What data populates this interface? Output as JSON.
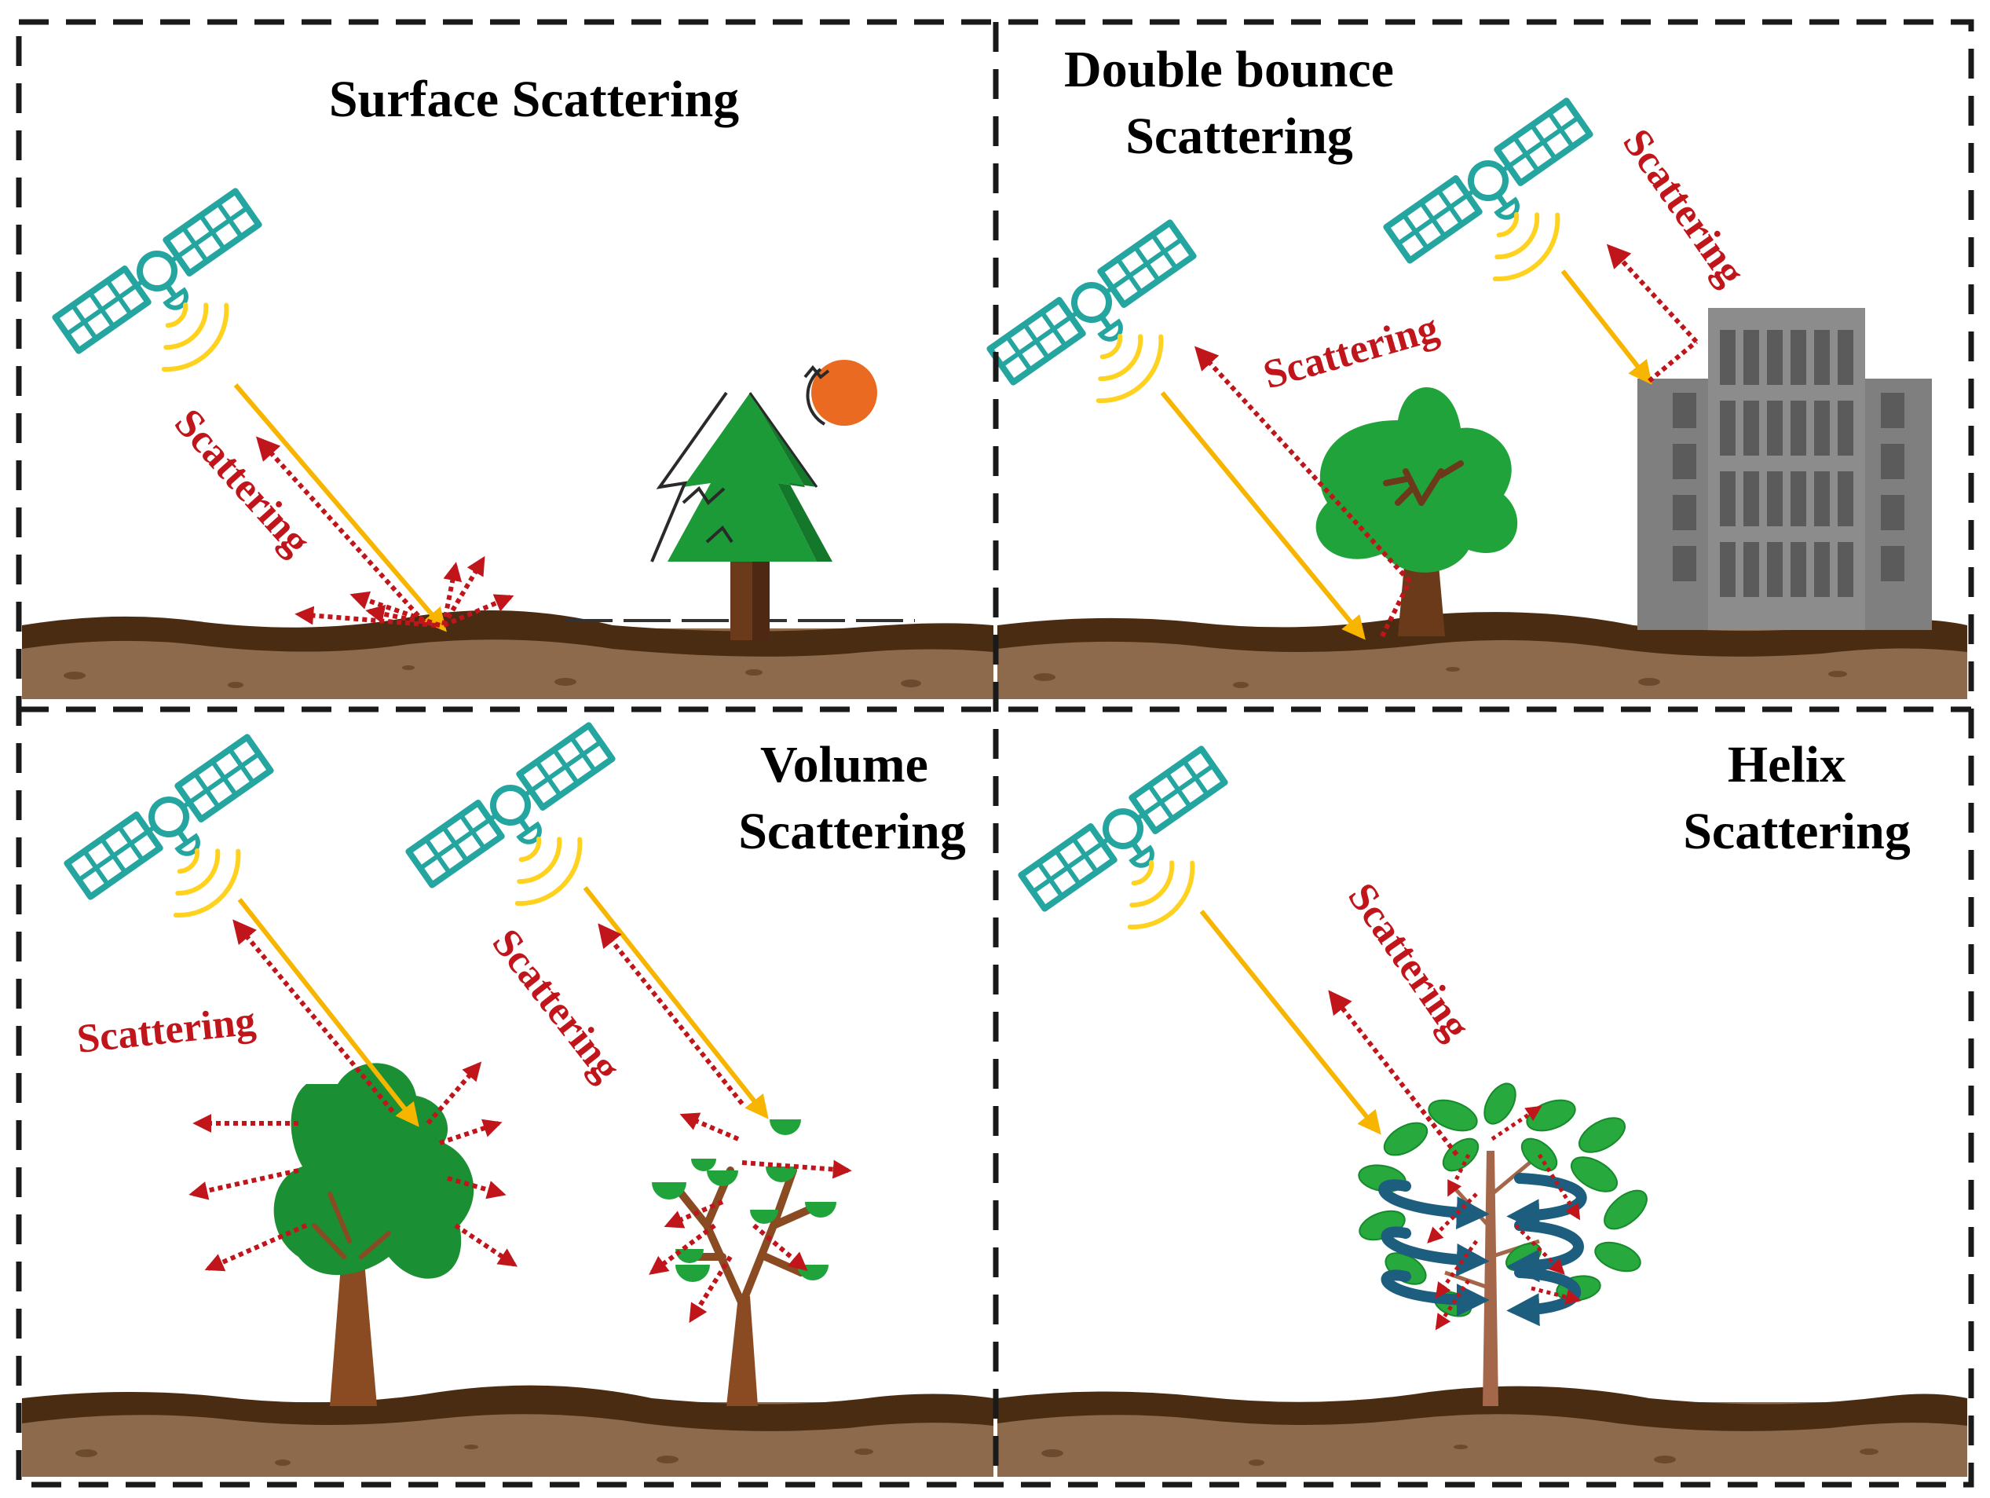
{
  "colors": {
    "satellite": "#25a5a0",
    "signal_wave": "#ffd21f",
    "incident_ray": "#f7b500",
    "scatter_arrow": "#c0161b",
    "soil_top": "#4a2c12",
    "soil_body": "#8d6a4b",
    "foliage": "#1fa33a",
    "foliage_dark": "#178a2c",
    "trunk": "#6b3a1a",
    "building": "#8c8c8c",
    "window": "#5b5b5b",
    "sun": "#eb6a22",
    "helix": "#1d5d7e",
    "border": "#1a1a1a"
  },
  "icons": [
    "satellite-icon",
    "signal-wave-icon",
    "pine-tree-icon",
    "sun-icon",
    "tree-icon",
    "building-icon",
    "helix-arrow-icon"
  ],
  "panels": {
    "surface": {
      "title": "Surface Scattering",
      "scatter_label": "Scattering"
    },
    "double_bounce": {
      "title_line1": "Double bounce",
      "title_line2": "Scattering",
      "scatter_label_tree": "Scattering",
      "scatter_label_building": "Scattering"
    },
    "volume": {
      "title_line1": "Volume",
      "title_line2": "Scattering",
      "scatter_label_left": "Scattering",
      "scatter_label_right": "Scattering"
    },
    "helix": {
      "title_line1": "Helix",
      "title_line2": "Scattering",
      "scatter_label": "Scattering"
    }
  }
}
